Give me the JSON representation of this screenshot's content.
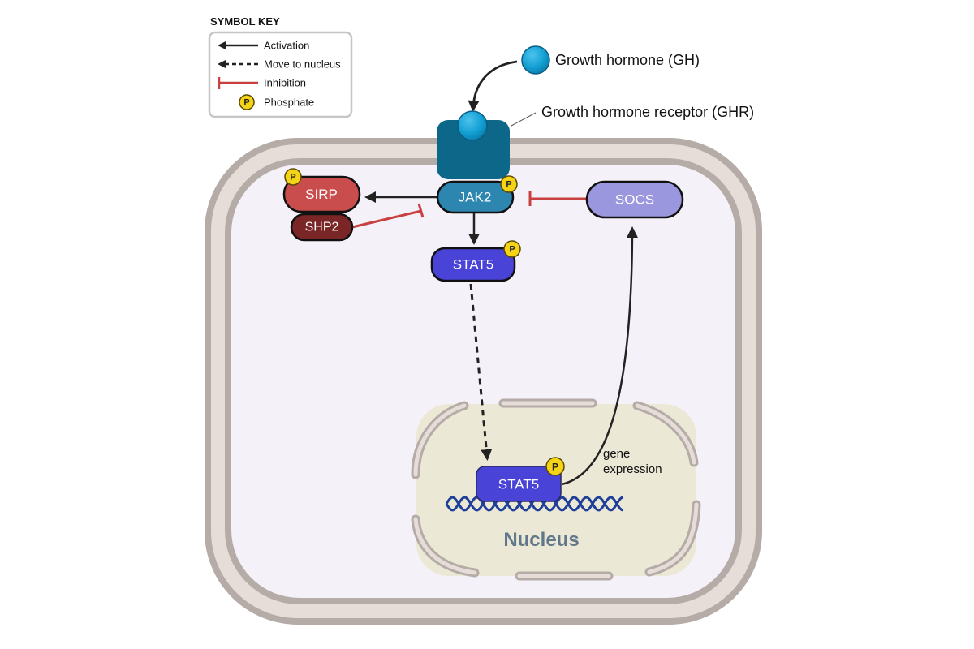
{
  "symbol_key": {
    "title": "SYMBOL KEY",
    "items": [
      {
        "symbol": "solid-arrow",
        "label": "Activation"
      },
      {
        "symbol": "dashed-arrow",
        "label": "Move to nucleus"
      },
      {
        "symbol": "inhibition-bar",
        "label": "Inhibition"
      },
      {
        "symbol": "phosphate-badge",
        "label": "Phosphate"
      }
    ],
    "phosphate_glyph": "P"
  },
  "labels": {
    "growth_hormone": "Growth hormone (GH)",
    "receptor": "Growth hormone receptor (GHR)",
    "gene_expression_line1": "gene",
    "gene_expression_line2": "expression",
    "nucleus": "Nucleus"
  },
  "proteins": {
    "jak2": "JAK2",
    "sirp": "SIRP",
    "shp2": "SHP2",
    "stat5_cytoplasm": "STAT5",
    "stat5_nucleus": "STAT5",
    "socs": "SOCS"
  },
  "phosphate_glyph": "P",
  "colors": {
    "activation": "#222222",
    "inhibition": "#c94040",
    "phosphate": "#f5d316",
    "jak2": "#2d86b0",
    "receptor": "#0c6788",
    "hormone": "#16a0d4",
    "sirp": "#c94d4d",
    "shp2": "#7a2526",
    "stat5": "#4a43d8",
    "socs": "#9b97df",
    "cytoplasm": "#f5f1f8",
    "nucleoplasm": "#ece8d6",
    "membrane_dark": "#b5aba7",
    "membrane_light": "#e6dcd8",
    "dna": "#1f3f99",
    "nucleus_label": "#62788a"
  }
}
